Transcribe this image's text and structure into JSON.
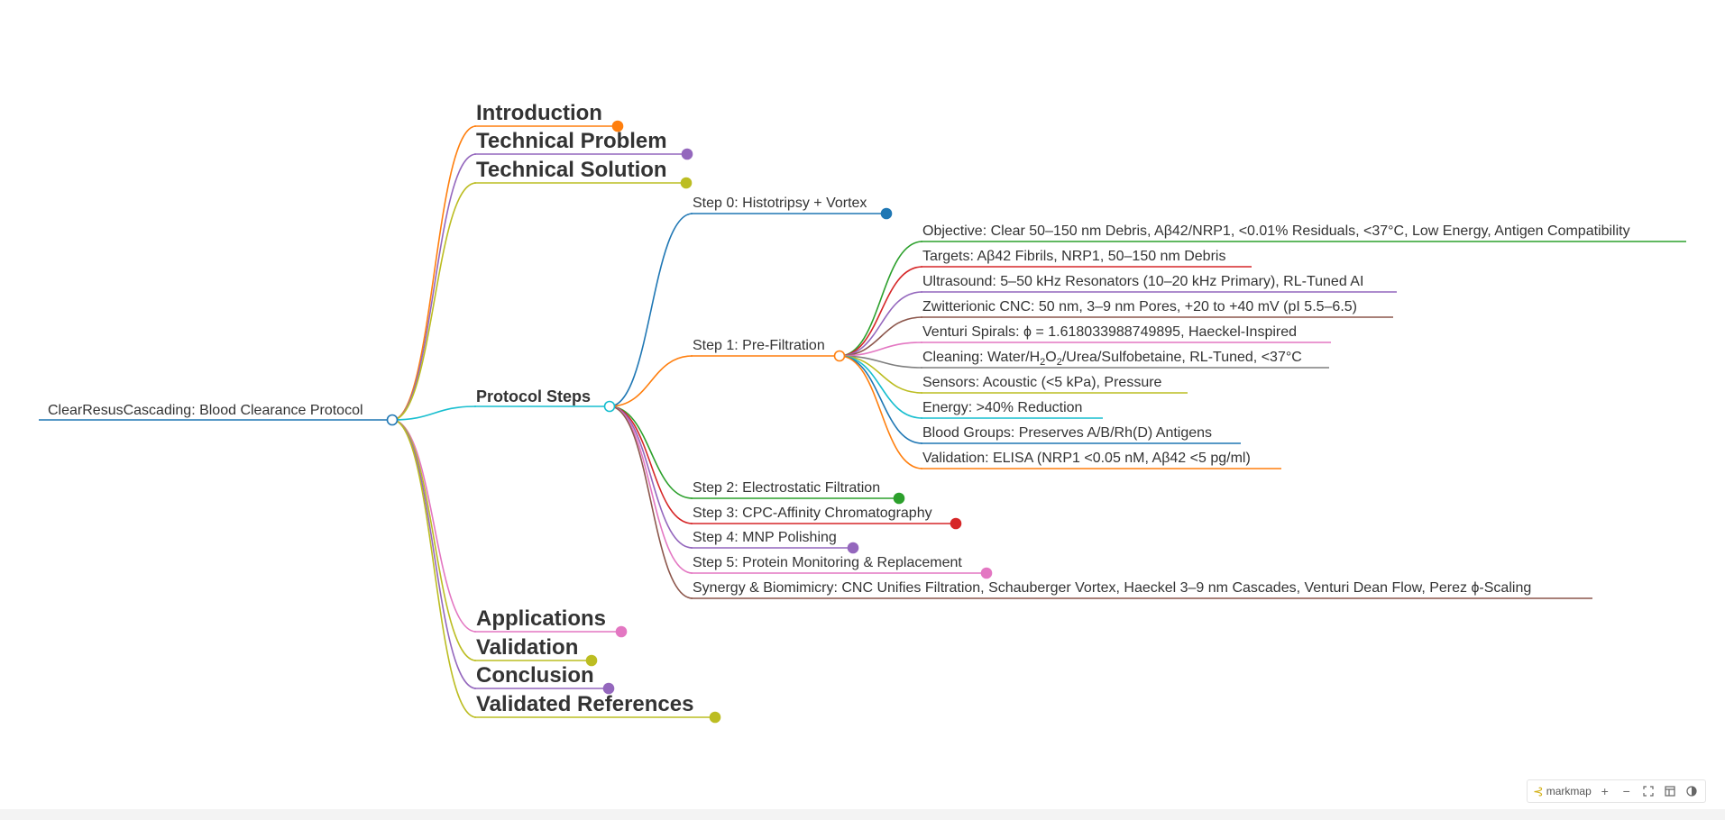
{
  "root": {
    "label": "ClearResusCascading: Blood Clearance Protocol",
    "color": "#1f77b4"
  },
  "branches": [
    {
      "key": "introduction",
      "label": "Introduction",
      "color": "#ff7f0e"
    },
    {
      "key": "technical-problem",
      "label": "Technical Problem",
      "color": "#9467bd"
    },
    {
      "key": "technical-solution",
      "label": "Technical Solution",
      "color": "#bcbd22"
    },
    {
      "key": "protocol-steps",
      "label": "Protocol Steps",
      "color": "#17becf"
    },
    {
      "key": "applications",
      "label": "Applications",
      "color": "#e377c2"
    },
    {
      "key": "validation",
      "label": "Validation",
      "color": "#bcbd22"
    },
    {
      "key": "conclusion",
      "label": "Conclusion",
      "color": "#9467bd"
    },
    {
      "key": "validated-references",
      "label": "Validated References",
      "color": "#bcbd22"
    }
  ],
  "steps": [
    {
      "key": "step-0",
      "label": "Step 0: Histotripsy + Vortex",
      "color": "#1f77b4"
    },
    {
      "key": "step-1",
      "label": "Step 1: Pre-Filtration",
      "color": "#ff7f0e"
    },
    {
      "key": "step-2",
      "label": "Step 2: Electrostatic Filtration",
      "color": "#2ca02c"
    },
    {
      "key": "step-3",
      "label": "Step 3: CPC-Affinity Chromatography",
      "color": "#d62728"
    },
    {
      "key": "step-4",
      "label": "Step 4: MNP Polishing",
      "color": "#9467bd"
    },
    {
      "key": "step-5",
      "label": "Step 5: Protein Monitoring & Replacement",
      "color": "#e377c2"
    },
    {
      "key": "synergy",
      "label": "Synergy & Biomimicry: CNC Unifies Filtration, Schauberger Vortex, Haeckel 3–9 nm Cascades, Venturi Dean Flow, Perez ϕ-Scaling",
      "color": "#8c564b"
    }
  ],
  "details": [
    {
      "key": "objective",
      "label": "Objective: Clear 50–150 nm Debris, Aβ42/NRP1, <0.01% Residuals, <37°C, Low Energy, Antigen Compatibility",
      "color": "#2ca02c"
    },
    {
      "key": "targets",
      "label": "Targets: Aβ42 Fibrils, NRP1, 50–150 nm Debris",
      "color": "#d62728"
    },
    {
      "key": "ultrasound",
      "label": "Ultrasound: 5–50 kHz Resonators (10–20 kHz Primary), RL-Tuned AI",
      "color": "#9467bd"
    },
    {
      "key": "zwitterionic",
      "label": "Zwitterionic CNC: 50 nm, 3–9 nm Pores, +20 to +40 mV (pI 5.5–6.5)",
      "color": "#8c564b"
    },
    {
      "key": "venturi",
      "label": "Venturi Spirals: ϕ = 1.618033988749895, Haeckel-Inspired",
      "color": "#e377c2"
    },
    {
      "key": "cleaning",
      "label_pre": "Cleaning: Water/H",
      "sub1": "2",
      "mid": "O",
      "sub2": "2",
      "label_post": "/Urea/Sulfobetaine, RL-Tuned, <37°C",
      "color": "#7f7f7f"
    },
    {
      "key": "sensors",
      "label": "Sensors: Acoustic (<5 kPa), Pressure",
      "color": "#bcbd22"
    },
    {
      "key": "energy",
      "label": "Energy: >40% Reduction",
      "color": "#17becf"
    },
    {
      "key": "blood-groups",
      "label": "Blood Groups: Preserves A/B/Rh(D) Antigens",
      "color": "#1f77b4"
    },
    {
      "key": "validation-elisa",
      "label": "Validation: ELISA (NRP1 <0.05 nM, Aβ42 <5 pg/ml)",
      "color": "#ff7f0e"
    }
  ],
  "toolbar": {
    "brand": "markmap",
    "zoom_in_icon": "plus-icon",
    "zoom_out_icon": "minus-icon",
    "fit_icon": "fit-icon",
    "toggle_icon": "window-icon",
    "theme_icon": "contrast-icon"
  }
}
